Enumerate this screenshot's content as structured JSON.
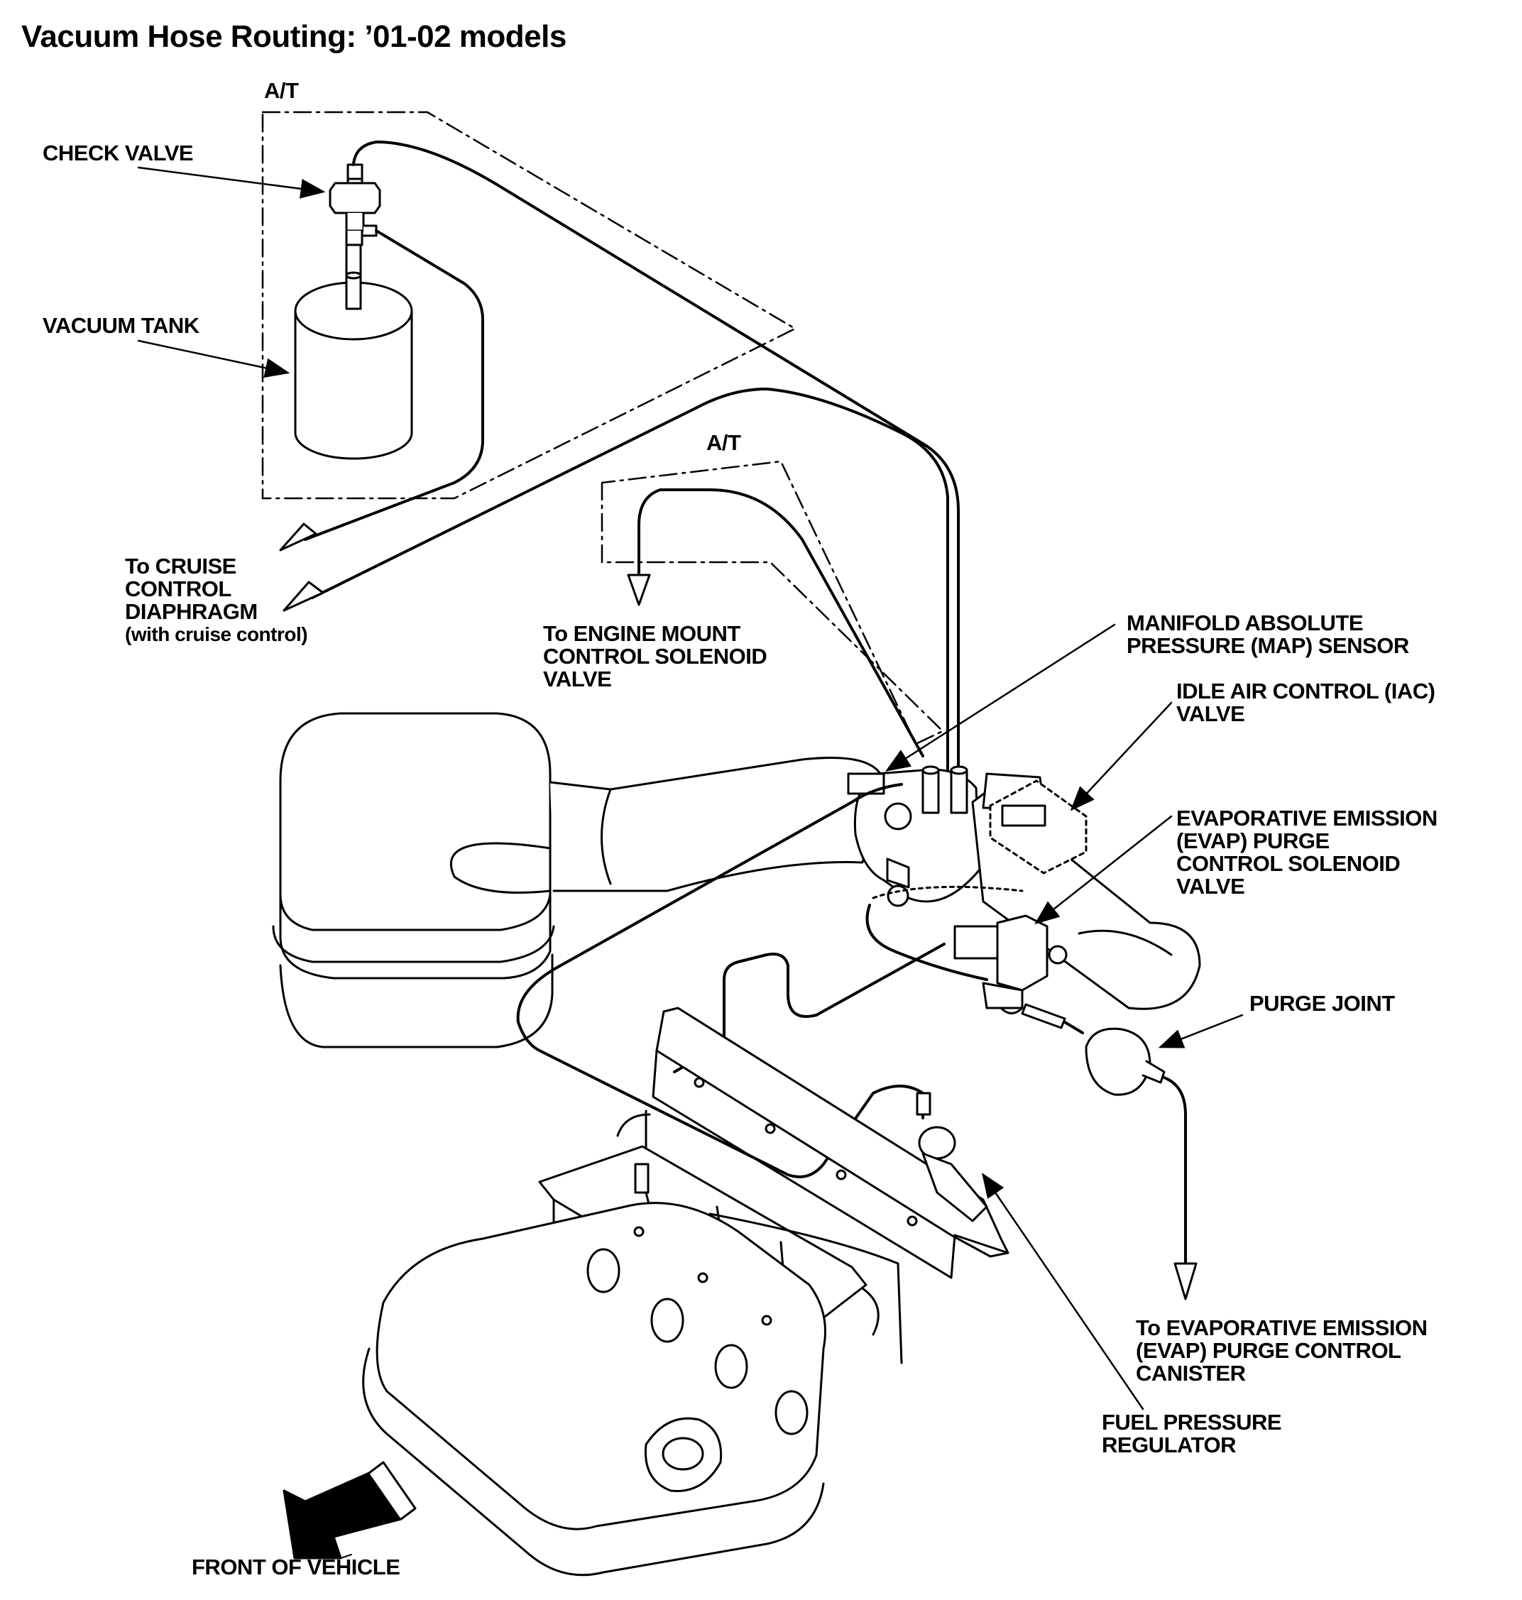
{
  "title": "Vacuum Hose Routing: ’01-02 models",
  "labels": {
    "at_upper": "A/T",
    "at_lower": "A/T",
    "check_valve": "CHECK VALVE",
    "vacuum_tank": "VACUUM TANK",
    "cruise": [
      "To CRUISE",
      "CONTROL",
      "DIAPHRAGM",
      "(with cruise control)"
    ],
    "engine_mount": [
      "To ENGINE MOUNT",
      "CONTROL SOLENOID",
      "VALVE"
    ],
    "map_sensor": [
      "MANIFOLD ABSOLUTE",
      "PRESSURE (MAP) SENSOR"
    ],
    "iac_valve": [
      "IDLE AIR CONTROL (IAC)",
      "VALVE"
    ],
    "evap_purge_valve": [
      "EVAPORATIVE EMISSION",
      "(EVAP) PURGE",
      "CONTROL SOLENOID",
      "VALVE"
    ],
    "purge_joint": "PURGE JOINT",
    "evap_canister": [
      "To EVAPORATIVE EMISSION",
      "(EVAP) PURGE CONTROL",
      "CANISTER"
    ],
    "fuel_pressure_regulator": [
      "FUEL PRESSURE",
      "REGULATOR"
    ],
    "front_of_vehicle": "FRONT OF VEHICLE"
  },
  "colors": {
    "ink": "#000000",
    "paper": "#ffffff"
  }
}
